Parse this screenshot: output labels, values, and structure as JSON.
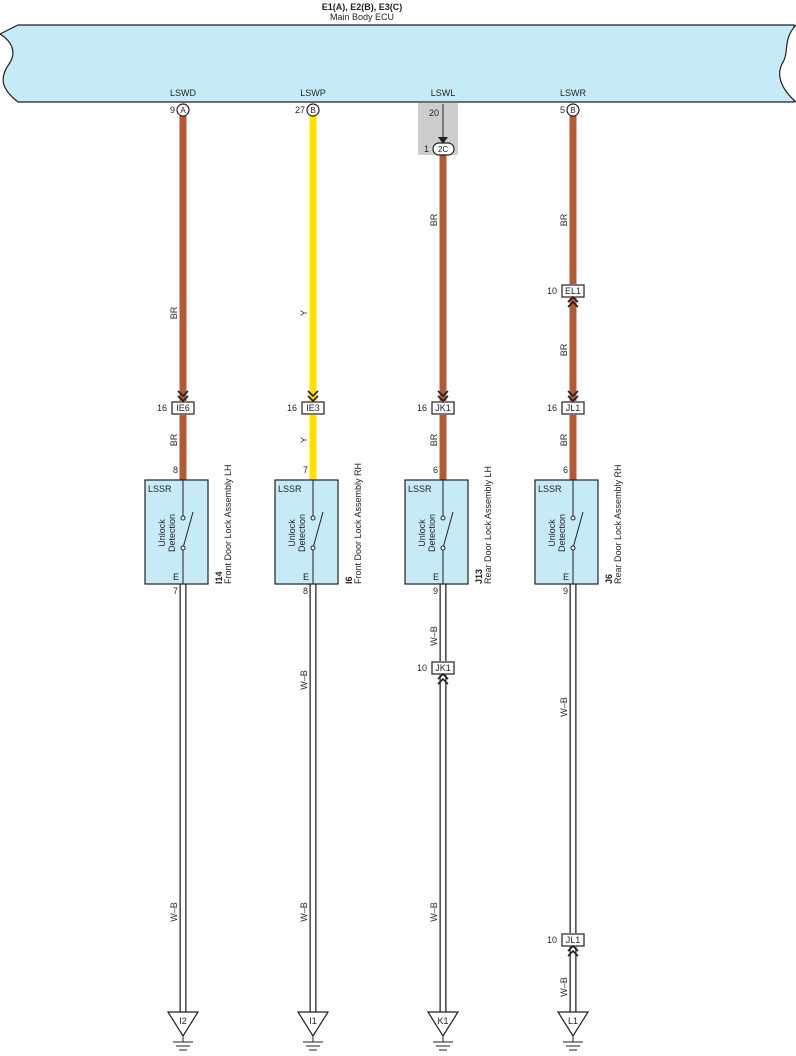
{
  "colors": {
    "ecu_fill": "#c7eaf7",
    "component_fill": "#c7eaf7",
    "BR": "#b15a37",
    "Y": "#ffe000",
    "W-B": "#ffffff",
    "splice_shade": "#cdcdcd",
    "line": "#231f20"
  },
  "ecu": {
    "title": "E1(A), E2(B), E3(C)",
    "name": "Main Body ECU"
  },
  "ecu_pins": [
    {
      "signal": "LSWD",
      "pin": "9",
      "connector": "A"
    },
    {
      "signal": "LSWP",
      "pin": "27",
      "connector": "B"
    },
    {
      "signal": "LSWL",
      "pin": "20",
      "connector": ""
    },
    {
      "signal": "LSWR",
      "pin": "5",
      "connector": "B"
    }
  ],
  "splice": {
    "pin": "1",
    "label": "2C"
  },
  "wire_labels": {
    "a1": "BR",
    "a2": "BR",
    "a3": "W–B",
    "b1": "Y",
    "b2": "Y",
    "b3": "W–B",
    "b4": "W–B",
    "c1": "BR",
    "c2": "BR",
    "c3": "W–B",
    "c4": "W–B",
    "d1": "BR",
    "d2": "BR",
    "d3": "BR",
    "d4": "W–B",
    "d5": "W–B"
  },
  "junctions": [
    {
      "pin": "16",
      "label": "IE6"
    },
    {
      "pin": "16",
      "label": "IE3"
    },
    {
      "pin": "16",
      "label": "JK1"
    },
    {
      "pin": "10",
      "label": "EL1"
    },
    {
      "pin": "16",
      "label": "JL1"
    },
    {
      "pin": "10",
      "label": "JK1"
    },
    {
      "pin": "10",
      "label": "JL1"
    }
  ],
  "components": [
    {
      "id": "I14",
      "name": "Front Door Lock Assembly LH",
      "terminal": "LSSR",
      "switch_label_1": "Unlock",
      "switch_label_2": "Detection",
      "ground_terminal": "E",
      "pin_in": "8",
      "pin_out": "7"
    },
    {
      "id": "I6",
      "name": "Front Door Lock Assembly RH",
      "terminal": "LSSR",
      "switch_label_1": "Unlock",
      "switch_label_2": "Detection",
      "ground_terminal": "E",
      "pin_in": "7",
      "pin_out": "8"
    },
    {
      "id": "J13",
      "name": "Rear Door Lock Assembly LH",
      "terminal": "LSSR",
      "switch_label_1": "Unlock",
      "switch_label_2": "Detection",
      "ground_terminal": "E",
      "pin_in": "6",
      "pin_out": "9"
    },
    {
      "id": "J6",
      "name": "Rear Door Lock Assembly RH",
      "terminal": "LSSR",
      "switch_label_1": "Unlock",
      "switch_label_2": "Detection",
      "ground_terminal": "E",
      "pin_in": "6",
      "pin_out": "9"
    }
  ],
  "grounds": [
    {
      "label": "I2"
    },
    {
      "label": "I1"
    },
    {
      "label": "K1"
    },
    {
      "label": "L1"
    }
  ]
}
